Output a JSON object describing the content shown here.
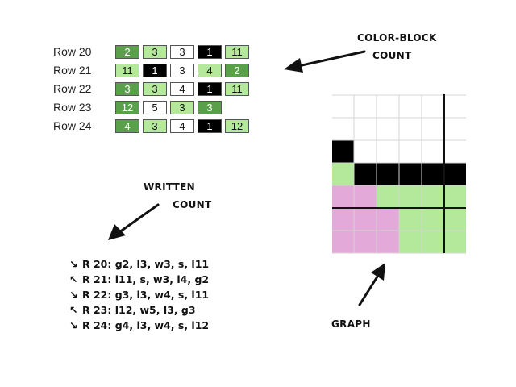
{
  "labels": {
    "color_block": [
      "COLOR-BLOCK",
      "COUNT"
    ],
    "written": [
      "WRITTEN",
      "COUNT"
    ],
    "graph": "GRAPH"
  },
  "colors": {
    "g": "#5aa04a",
    "l": "#b4e99c",
    "w": "#ffffff",
    "s": "#000000",
    "p": "#e3a9d8",
    "grid": "#d4d4d4",
    "axis": "#111111"
  },
  "block_rows": [
    {
      "label": "Row 20",
      "cells": [
        {
          "c": "g",
          "n": "2"
        },
        {
          "c": "l",
          "n": "3"
        },
        {
          "c": "w",
          "n": "3"
        },
        {
          "c": "s",
          "n": "1"
        },
        {
          "c": "l",
          "n": "11"
        }
      ]
    },
    {
      "label": "Row 21",
      "cells": [
        {
          "c": "l",
          "n": "11"
        },
        {
          "c": "s",
          "n": "1"
        },
        {
          "c": "w",
          "n": "3"
        },
        {
          "c": "l",
          "n": "4"
        },
        {
          "c": "g",
          "n": "2"
        }
      ]
    },
    {
      "label": "Row 22",
      "cells": [
        {
          "c": "g",
          "n": "3"
        },
        {
          "c": "l",
          "n": "3"
        },
        {
          "c": "w",
          "n": "4"
        },
        {
          "c": "s",
          "n": "1"
        },
        {
          "c": "l",
          "n": "11"
        }
      ]
    },
    {
      "label": "Row 23",
      "cells": [
        {
          "c": "g",
          "n": "12"
        },
        {
          "c": "w",
          "n": "5"
        },
        {
          "c": "l",
          "n": "3"
        },
        {
          "c": "g",
          "n": "3"
        }
      ]
    },
    {
      "label": "Row 24",
      "cells": [
        {
          "c": "g",
          "n": "4"
        },
        {
          "c": "l",
          "n": "3"
        },
        {
          "c": "w",
          "n": "4"
        },
        {
          "c": "s",
          "n": "1"
        },
        {
          "c": "l",
          "n": "12"
        }
      ]
    }
  ],
  "written_rows": [
    {
      "dir": "↘",
      "text": "R 20: g2, l3, w3, s, l11"
    },
    {
      "dir": "↖",
      "text": "R 21: l11, s, w3, l4, g2"
    },
    {
      "dir": "↘",
      "text": "R 22: g3, l3, w4, s, l11"
    },
    {
      "dir": "↖",
      "text": "R 23: l12, w5, l3, g3"
    },
    {
      "dir": "↘",
      "text": "R 24: g4, l3, w4, s, l12"
    }
  ],
  "graph": {
    "rows": [
      [
        "w",
        "w",
        "w",
        "w",
        "w",
        "w"
      ],
      [
        "w",
        "w",
        "w",
        "w",
        "w",
        "w"
      ],
      [
        "s",
        "w",
        "w",
        "w",
        "w",
        "w"
      ],
      [
        "l",
        "s",
        "s",
        "s",
        "s",
        "s"
      ],
      [
        "p",
        "p",
        "l",
        "l",
        "l",
        "l"
      ],
      [
        "p",
        "p",
        "p",
        "l",
        "l",
        "l"
      ],
      [
        "p",
        "p",
        "p",
        "l",
        "l",
        "l"
      ]
    ]
  }
}
